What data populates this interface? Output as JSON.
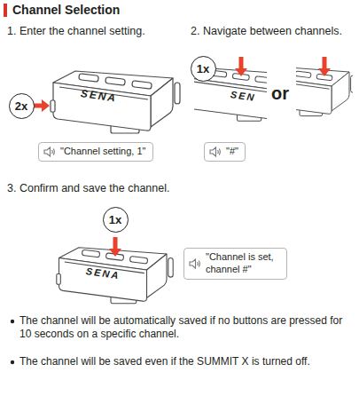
{
  "diagram": {
    "title": "Channel Selection",
    "nodes": [
      {
        "text": [
          "2x"
        ]
      },
      {
        "text": [
          "\"Channel setting, 1\""
        ]
      },
      {
        "text": [
          "1x"
        ]
      },
      {
        "text": [
          "\"#\""
        ]
      },
      {
        "text": [
          "1x"
        ]
      },
      {
        "text": [
          "\"Channel is set, channel #\""
        ]
      }
    ],
    "labels": [
      "1. Enter the channel setting.",
      "2. Navigate between channels.",
      "SENA",
      "SEN",
      "or",
      "3. Confirm and save the channel.",
      "SENA",
      "The channel will be automatically saved if no buttons are pressed for 10 seconds on a specific channel.",
      "The channel will be saved even if the SUMMIT X is turned off."
    ]
  }
}
